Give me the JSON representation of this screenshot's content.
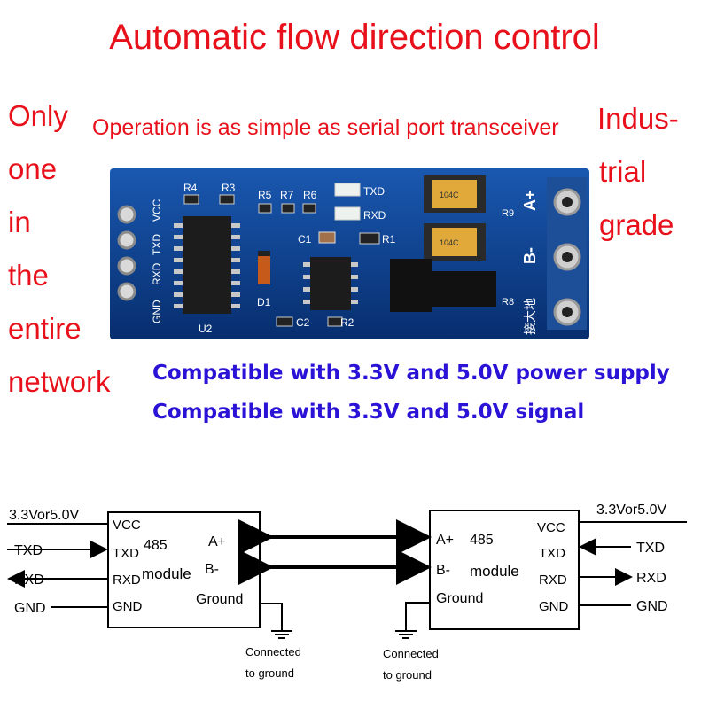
{
  "title": "Automatic flow direction control",
  "subtitle": "Operation is as simple as serial port transceiver",
  "left_words": [
    "Only",
    "one",
    "in",
    "the",
    "entire",
    "network"
  ],
  "right_words": [
    "Indus-",
    "trial",
    "grade"
  ],
  "compat": [
    "Compatible with 3.3V and 5.0V power supply",
    "Compatible with 3.3V and 5.0V signal"
  ],
  "board": {
    "left_pins": [
      "VCC",
      "TXD",
      "RXD",
      "GND"
    ],
    "refs": [
      "R4",
      "R3",
      "R5",
      "R7",
      "R6",
      "C1",
      "R1",
      "D1",
      "C2",
      "R2",
      "U2",
      "R9",
      "R8"
    ],
    "led_labels": [
      "TXD",
      "RXD"
    ],
    "cap_code": "104C",
    "terminal_labels": [
      "A+",
      "B-"
    ],
    "ground_chars": "接大地"
  },
  "diagram": {
    "left_module": {
      "supply": "3.3Vor5.0V",
      "pins": [
        "VCC",
        "TXD",
        "RXD",
        "GND"
      ],
      "signals": [
        "TXD",
        "RXD",
        "GND"
      ],
      "number": "485",
      "word": "module",
      "bus": [
        "A+",
        "B-"
      ],
      "ground": "Ground"
    },
    "right_module": {
      "supply": "3.3Vor5.0V",
      "pins": [
        "VCC",
        "TXD",
        "RXD",
        "GND"
      ],
      "signals": [
        "TXD",
        "RXD",
        "GND"
      ],
      "number": "485",
      "word": "module",
      "bus": [
        "A+",
        "B-"
      ],
      "ground": "Ground"
    },
    "ground_note_line1": "Connected",
    "ground_note_line2": "to ground"
  },
  "colors": {
    "red_text": "#e8101a",
    "blue_text": "#2a12d6",
    "pcb": "#0b3f8f",
    "line": "#000000"
  }
}
